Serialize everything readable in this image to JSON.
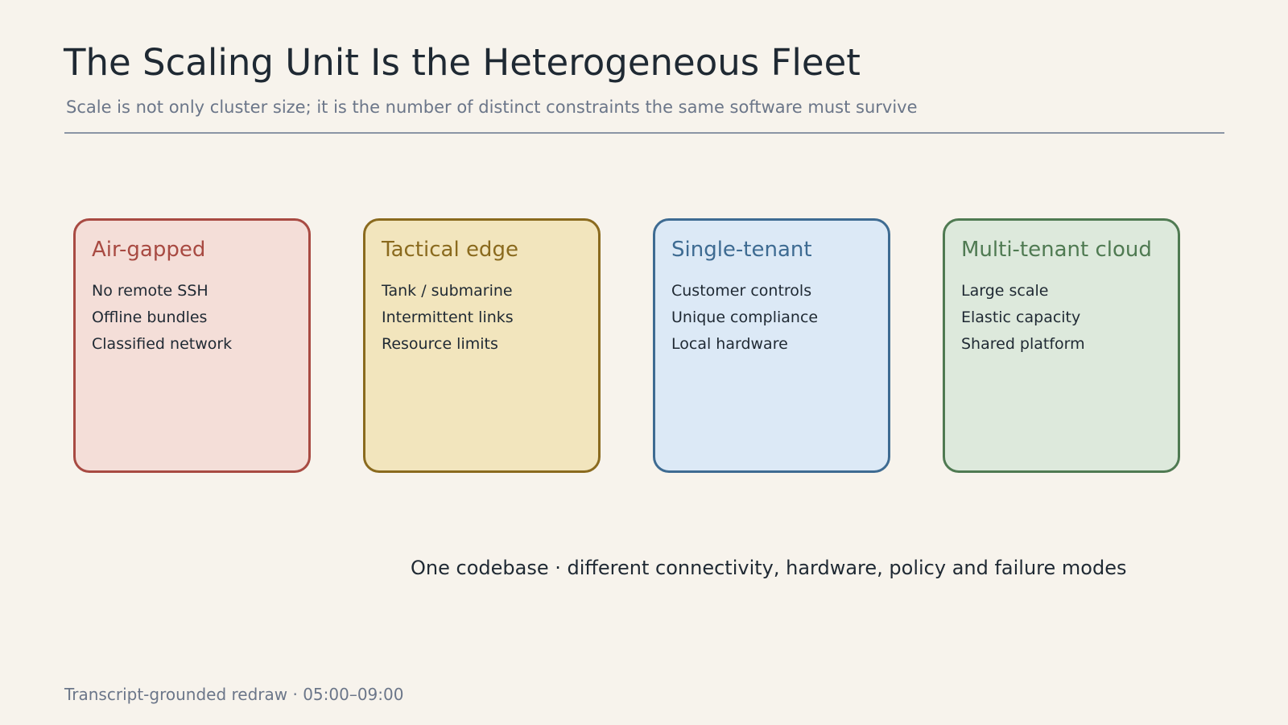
{
  "header": {
    "title": "The Scaling Unit Is the Heterogeneous Fleet",
    "subtitle": "Scale is not only cluster size; it is the number of distinct constraints the same software must survive"
  },
  "cards": [
    {
      "title": "Air-gapped",
      "items": [
        "No remote SSH",
        "Offline bundles",
        "Classified network"
      ],
      "colors": {
        "border": "#a84a42",
        "fill": "#f4ded8",
        "title": "#a84a42"
      }
    },
    {
      "title": "Tactical edge",
      "items": [
        "Tank / submarine",
        "Intermittent links",
        "Resource limits"
      ],
      "colors": {
        "border": "#8a6a1e",
        "fill": "#f2e5bd",
        "title": "#8a6a1e"
      }
    },
    {
      "title": "Single-tenant",
      "items": [
        "Customer controls",
        "Unique compliance",
        "Local hardware"
      ],
      "colors": {
        "border": "#3e6b92",
        "fill": "#dce9f6",
        "title": "#3e6b92"
      }
    },
    {
      "title": "Multi-tenant cloud",
      "items": [
        "Large scale",
        "Elastic capacity",
        "Shared platform"
      ],
      "colors": {
        "border": "#4f7a52",
        "fill": "#dde9dc",
        "title": "#4f7a52"
      }
    }
  ],
  "caption": "One codebase · different connectivity, hardware, policy and failure modes",
  "footer": "Transcript-grounded redraw · 05:00–09:00"
}
